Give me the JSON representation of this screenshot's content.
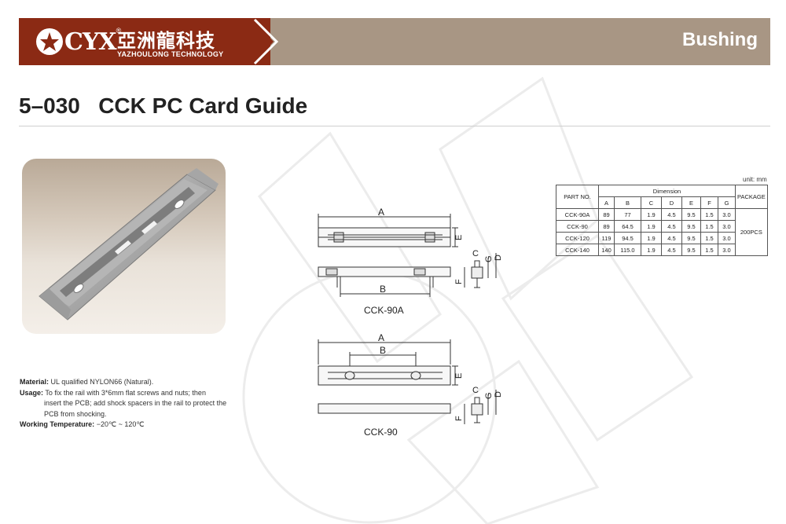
{
  "header": {
    "logo_mark": "CYX",
    "logo_registered": "®",
    "company_cn": "亞洲龍科技",
    "company_en": "YAZHOULONG TECHNOLOGY",
    "category": "Bushing"
  },
  "product": {
    "title": "5–030   CCK PC Card Guide"
  },
  "specs": {
    "material_label": "Material:",
    "material_value": "UL qualified NYLON66 (Natural).",
    "usage_label": "Usage:",
    "usage_line1": "To fix the rail with 3*6mm flat screws and nuts; then",
    "usage_line2": "insert the PCB; add shock spacers in the rail to protect the",
    "usage_line3": "PCB from shocking.",
    "temp_label": "Working Temperature:",
    "temp_value": "−20℃ ~ 120℃"
  },
  "drawings": {
    "top_caption": "CCK-90A",
    "bottom_caption": "CCK-90",
    "label_a": "A",
    "label_b": "B",
    "label_c": "C",
    "label_d": "D",
    "label_e": "E",
    "label_f": "F",
    "label_g": "G"
  },
  "table": {
    "unit": "unit: mm",
    "part_no_header": "PART NO.",
    "dimension_header": "Dimension",
    "package_header": "PACKAGE",
    "columns": [
      "A",
      "B",
      "C",
      "D",
      "E",
      "F",
      "G"
    ],
    "rows": [
      {
        "part": "CCK-90A",
        "values": [
          "89",
          "77",
          "1.9",
          "4.5",
          "9.5",
          "1.5",
          "3.0"
        ]
      },
      {
        "part": "CCK-90",
        "values": [
          "89",
          "64.5",
          "1.9",
          "4.5",
          "9.5",
          "1.5",
          "3.0"
        ]
      },
      {
        "part": "CCK-120",
        "values": [
          "119",
          "94.5",
          "1.9",
          "4.5",
          "9.5",
          "1.5",
          "3.0"
        ]
      },
      {
        "part": "CCK-140",
        "values": [
          "140",
          "115.0",
          "1.9",
          "4.5",
          "9.5",
          "1.5",
          "3.0"
        ]
      }
    ],
    "package_value": "200PCS"
  },
  "colors": {
    "banner": "#a89684",
    "logo_red": "#8b2a14",
    "title_text": "#222222"
  }
}
